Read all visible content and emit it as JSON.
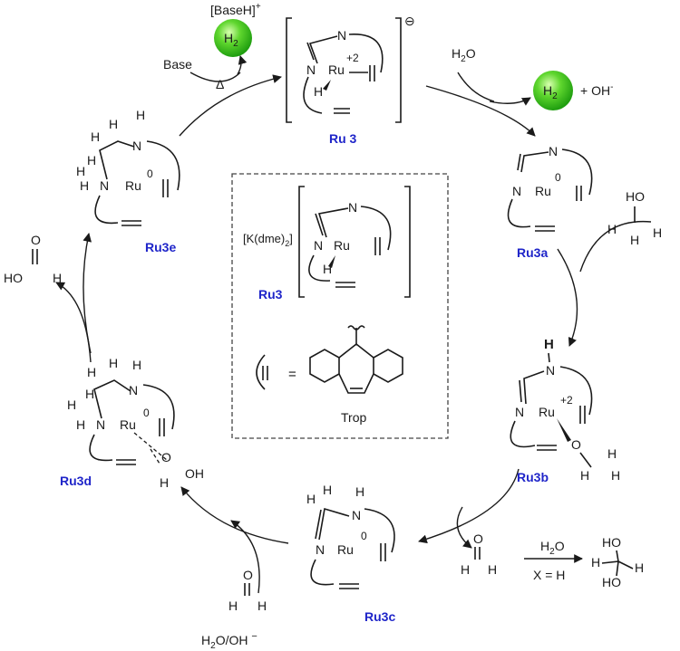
{
  "cycle": {
    "top_reagent_base": "Base",
    "top_reagent_delta": "Δ",
    "top_product": "[BaseH]",
    "top_product_sup": "+",
    "h2_label": "H",
    "h2_sub": "2",
    "water_in": "H",
    "water_in_sub": "2",
    "water_in_o": "O",
    "plus_oh": "+ OH",
    "plus_oh_sup": "-",
    "formic_acid_left": "HO",
    "formic_acid_h": "H",
    "formic_acid_o": "O",
    "methanol_ho": "HO",
    "methanol_h": "H",
    "formaldehyde_h": "H",
    "formaldehyde_o": "O",
    "hydrate_h2o": "H",
    "hydrate_h2o_sub": "2",
    "hydrate_h2o_o": "O",
    "hydrate_condition": "X = H",
    "hydrate_ho_top": "HO",
    "hydrate_ho_bottom": "HO",
    "hydrate_h": "H",
    "h2o_oh_bottom": "H",
    "h2o_oh_sub": "2",
    "h2o_oh_rest": "O/OH ",
    "h2o_oh_minus": "−"
  },
  "compounds": {
    "ru3": "Ru 3",
    "ru3a": "Ru3a",
    "ru3b": "Ru3b",
    "ru3c": "Ru3c",
    "ru3d": "Ru3d",
    "ru3e": "Ru3e",
    "ru3_box": "Ru3"
  },
  "atoms": {
    "ru": "Ru",
    "n": "N",
    "h": "H",
    "o": "O",
    "charge_plus2": "+2",
    "charge_zero": "0",
    "anion": "⊖"
  },
  "legend": {
    "k_dme": "[K(dme)",
    "k_dme_sub": "2",
    "k_dme_close": "]",
    "equals": "=",
    "trop": "Trop"
  }
}
